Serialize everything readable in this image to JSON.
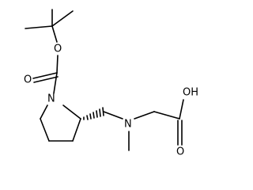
{
  "molecule": {
    "atoms": {
      "o_ether": "O",
      "o_carbonyl": "O",
      "n_ring": "N",
      "n_amine": "N",
      "o_hydroxyl": "OH",
      "o_acid_carbonyl": "O"
    },
    "colors": {
      "ink": "#000000",
      "background": "#ffffff"
    }
  }
}
